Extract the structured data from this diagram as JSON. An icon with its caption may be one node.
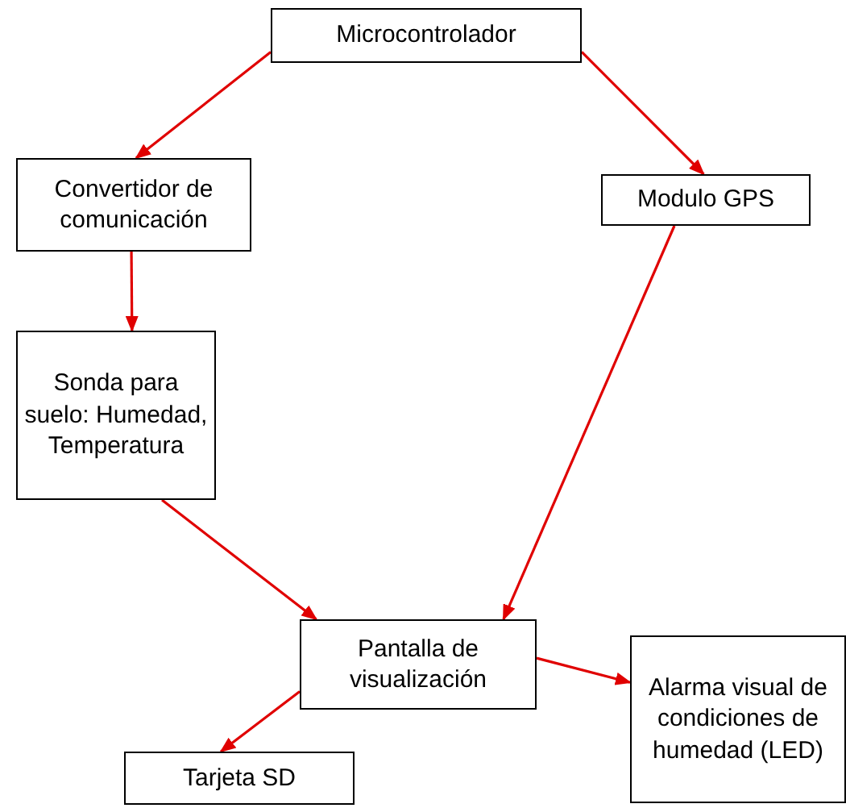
{
  "diagram": {
    "nodes": [
      {
        "text": [
          "Microcontrolador"
        ]
      },
      {
        "text": [
          "Convertidor de comunicación"
        ]
      },
      {
        "text": [
          "Modulo GPS"
        ]
      },
      {
        "text": [
          "Sonda para suelo: Humedad, Temperatura"
        ]
      },
      {
        "text": [
          "Pantalla de visualización"
        ]
      },
      {
        "text": [
          "Alarma visual de condiciones de humedad (LED)"
        ]
      },
      {
        "text": [
          "Tarjeta SD"
        ]
      }
    ],
    "edges": [
      {
        "from": 0,
        "to": 1,
        "arrow": "to"
      },
      {
        "from": 0,
        "to": 2,
        "arrow": "to"
      },
      {
        "from": 1,
        "to": 3,
        "arrow": "to"
      },
      {
        "from": 3,
        "to": 4,
        "arrow": "to"
      },
      {
        "from": 2,
        "to": 4,
        "arrow": "to"
      },
      {
        "from": 4,
        "to": 5,
        "arrow": "to"
      },
      {
        "from": 4,
        "to": 6,
        "arrow": "to"
      }
    ]
  }
}
